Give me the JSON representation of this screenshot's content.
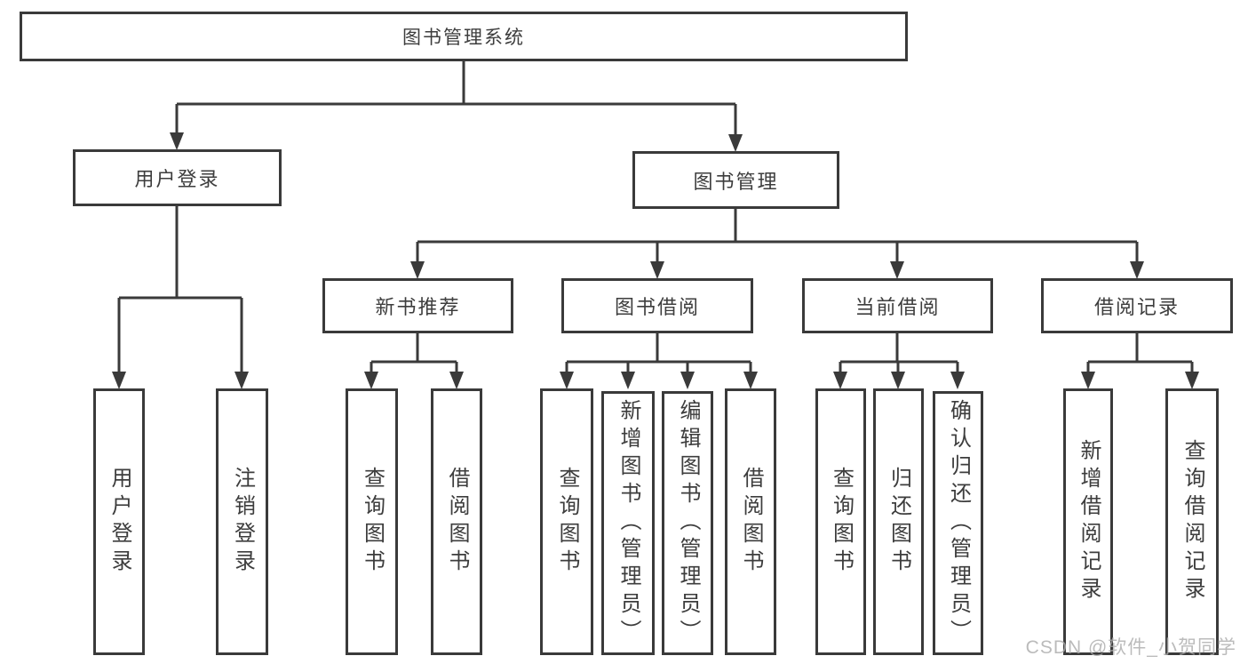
{
  "diagram_title": "图书管理系统",
  "tree": {
    "root": {
      "label": "图书管理系统"
    },
    "branches": [
      {
        "label": "用户登录",
        "children": [
          {
            "label": "用户登录"
          },
          {
            "label": "注销登录"
          }
        ]
      },
      {
        "label": "图书管理",
        "children": [
          {
            "label": "新书推荐",
            "children": [
              {
                "label": "查询图书"
              },
              {
                "label": "借阅图书"
              }
            ]
          },
          {
            "label": "图书借阅",
            "children": [
              {
                "label": "查询图书"
              },
              {
                "label": "新增图书（管理员）"
              },
              {
                "label": "编辑图书（管理员）"
              },
              {
                "label": "借阅图书"
              }
            ]
          },
          {
            "label": "当前借阅",
            "children": [
              {
                "label": "查询图书"
              },
              {
                "label": "归还图书"
              },
              {
                "label": "确认归还（管理员）"
              }
            ]
          },
          {
            "label": "借阅记录",
            "children": [
              {
                "label": "新增借阅记录"
              },
              {
                "label": "查询借阅记录"
              }
            ]
          }
        ]
      }
    ]
  },
  "watermark": {
    "text": "CSDN @软件_小贺同学"
  },
  "colors": {
    "line": "#3a3a3a",
    "text": "#3d3d3d",
    "watermark": "#ababab",
    "background": "#ffffff"
  }
}
